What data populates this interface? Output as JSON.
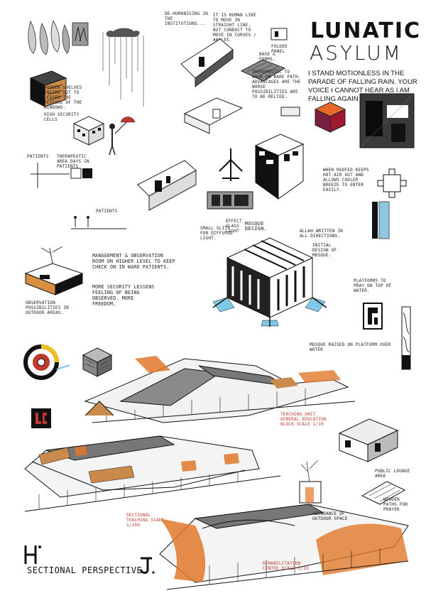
{
  "title": {
    "line1": "LUNATIC",
    "line2": "ASYLUM"
  },
  "quote": "I STAND MOTIONLESS IN THE PARADE OF FALLING RAIN. YOUR VOICE I CANNOT HEAR AS I AM FALLING AGAIN",
  "notes": {
    "n1": "DE-HUMANISING IN THE INSTITUTIONS...",
    "n2": "IT IS HUMAN LIKE TO MOVE IN STRAIGHT LINE, BUT CONDUCT TO MOVE IN CURVES / ANGLES.",
    "n3": "FOLDED PANEL",
    "n4": "BASE & FORMS.",
    "n5": "THERAPEUTIC TO WALK ON BARE PATH. ADVANTAGES ARE THE WORSE POSSIBILITIES ARE TO BE RELIED.",
    "n6": "WOODEN SHELVES INSIDE OUT TO LESSEN THE TEXTURE OF THE WINDOWS.",
    "n7": "HIGH SECURITY CELLS",
    "n8": "PATIENTS",
    "n9": "THERAPEUTIC AREA DAYS IN PATIENTS",
    "n10": "PATIENTS",
    "n11": "MOSQUE DESIGN.",
    "n12": "WHEN ROOFED KEEPS HOT AIR OUT AND ALLOWS COOLER BREEZE TO ENTER EASILY.",
    "n13": "SMALL SLITS FOR DIFFUSED LIGHT.",
    "n14": "EFFECT GLASS LIGHT",
    "n15": "ALLAH WRITTEN IN ALL DIRECTIONS.",
    "n16": "INITIAL DESIGN OF MOSQUE.",
    "n17": "MANAGEMENT & OBSERVATION ROOM ON HIGHER LEVEL TO KEEP CHECK ON IN WARD PATIENTS.",
    "n18": "MORE SECURITY LESSENS FEELING OF BEING OBSERVED. MORE FREEDOM.",
    "n19": "OBSERVATION POSSIBILITIES IN OUTDOOR AREAS.",
    "n20": "PLATFORMS TO PRAY ON TOP OF WATER.",
    "n21": "MOSQUE RAISED ON PLATFORM OVER WATER",
    "n22": "TEACHING UNIT GENERAL EDUCATION BLOCK SCALE 1/10",
    "n23": "SECTIONAL TEACHING SCALE 1/100",
    "n24": "REHABILITATION CENTRE SCALE 1/10",
    "n25": "PUBLIC LOUNGE AREA",
    "n26": "ABUNDANCE OF OUTDOOR SPACE",
    "n27": "WOODEN PATHS FOR PRAYER"
  },
  "footer": {
    "label": "SECTIONAL PERSPECTIVE",
    "mark_left": "H",
    "mark_right": "J."
  },
  "colors": {
    "accent": "#c0392b",
    "orange": "#e0782a",
    "ink": "#111111"
  }
}
